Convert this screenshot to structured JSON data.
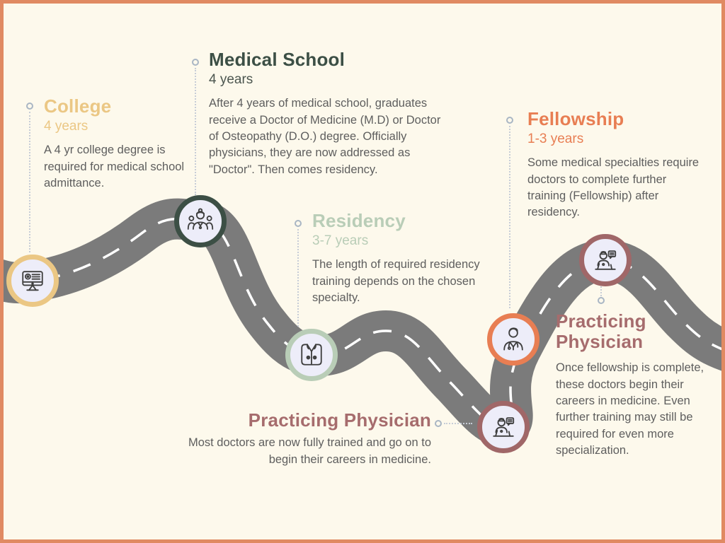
{
  "page": {
    "background": "#FDF9EC",
    "frame_color": "#E08A62",
    "road_color": "#7B7B7B",
    "road_dash_color": "#FFFFFF",
    "icon_fill": "#EDEDF9",
    "leader_color": "#C7CDD7",
    "body_text_color": "#5E5E5E"
  },
  "sections": [
    {
      "id": "college",
      "title": "College",
      "subtitle": "4 years",
      "body": "A 4 yr college degree is required for medical school admittance.",
      "accent": "#EBC784",
      "icon": "computer-monitor-icon"
    },
    {
      "id": "medical-school",
      "title": "Medical School",
      "subtitle": "4 years",
      "body": "After 4 years of medical  school, graduates receive a Doctor of Medicine (M.D) or Doctor of Osteopathy (D.O.) degree. Officially physicians, they are now addressed as \"Doctor\". Then comes residency.",
      "accent": "#3C4F45",
      "icon": "medical-team-icon"
    },
    {
      "id": "residency",
      "title": "Residency",
      "subtitle": "3-7 years",
      "body": "The length of required residency training depends on the chosen specialty.",
      "accent": "#B9CDB7",
      "icon": "lab-coat-icon"
    },
    {
      "id": "fellowship",
      "title": "Fellowship",
      "subtitle": "1-3 years",
      "body": "Some medical specialties require doctors to complete further training (Fellowship) after residency.",
      "accent": "#E87E53",
      "icon": "doctor-icon"
    },
    {
      "id": "practicing-physician-final",
      "title": "Practicing Physician",
      "subtitle": "",
      "body": "Once fellowship is complete, these doctors begin their careers in medicine. Even further training may still be required for even more specialization.",
      "accent": "#A66C6D",
      "icon": "telehealth-doctor-icon"
    },
    {
      "id": "practicing-physician-most",
      "title": "Practicing Physician",
      "subtitle": "",
      "body": "Most doctors are now fully trained and go on to begin their careers in medicine.",
      "accent": "#A66C6D",
      "icon": "telehealth-doctor-icon"
    }
  ]
}
